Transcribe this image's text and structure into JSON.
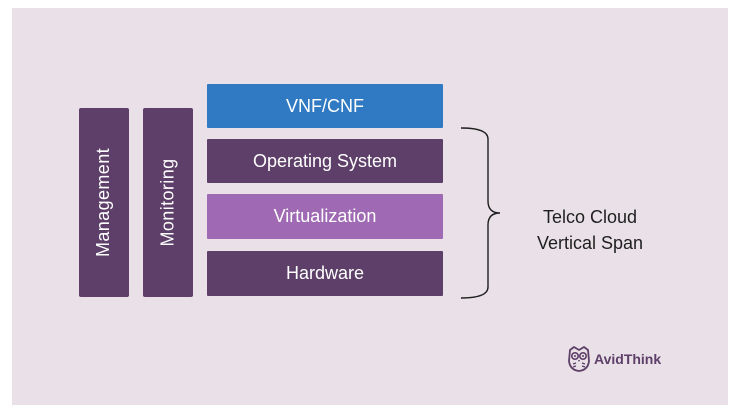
{
  "side_bars": [
    {
      "label": "Management"
    },
    {
      "label": "Monitoring"
    }
  ],
  "layers": [
    {
      "label": "VNF/CNF",
      "color": "#2f7ac2"
    },
    {
      "label": "Operating System",
      "color": "#5d3f69"
    },
    {
      "label": "Virtualization",
      "color": "#9f6ab3"
    },
    {
      "label": "Hardware",
      "color": "#5d3f69"
    }
  ],
  "span_label": {
    "line1": "Telco Cloud",
    "line2": "Vertical Span"
  },
  "logo": {
    "text": "AvidThink",
    "icon": "owl-icon"
  }
}
